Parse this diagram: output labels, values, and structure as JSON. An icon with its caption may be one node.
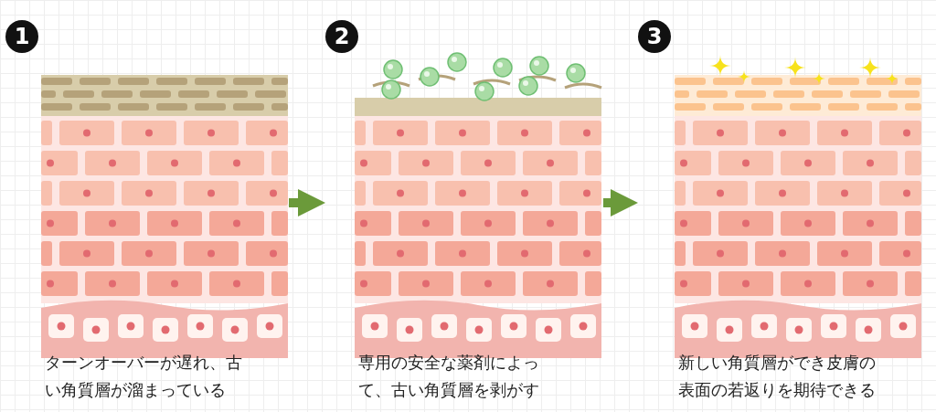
{
  "diagram": {
    "nodes": [
      {
        "text": [
          "1",
          "ターンオーバーが遅れ、古い角質層が溜まっている"
        ]
      },
      {
        "text": [
          "2",
          "専用の安全な薬剤によって、古い角質層を剥がす"
        ]
      },
      {
        "text": [
          "3",
          "新しい角質層ができ皮膚の表面の若返りを期待できる"
        ]
      }
    ],
    "edges": [
      {
        "from": 0,
        "to": 1,
        "arrow": "to"
      },
      {
        "from": 1,
        "to": 2,
        "arrow": "to"
      }
    ]
  }
}
